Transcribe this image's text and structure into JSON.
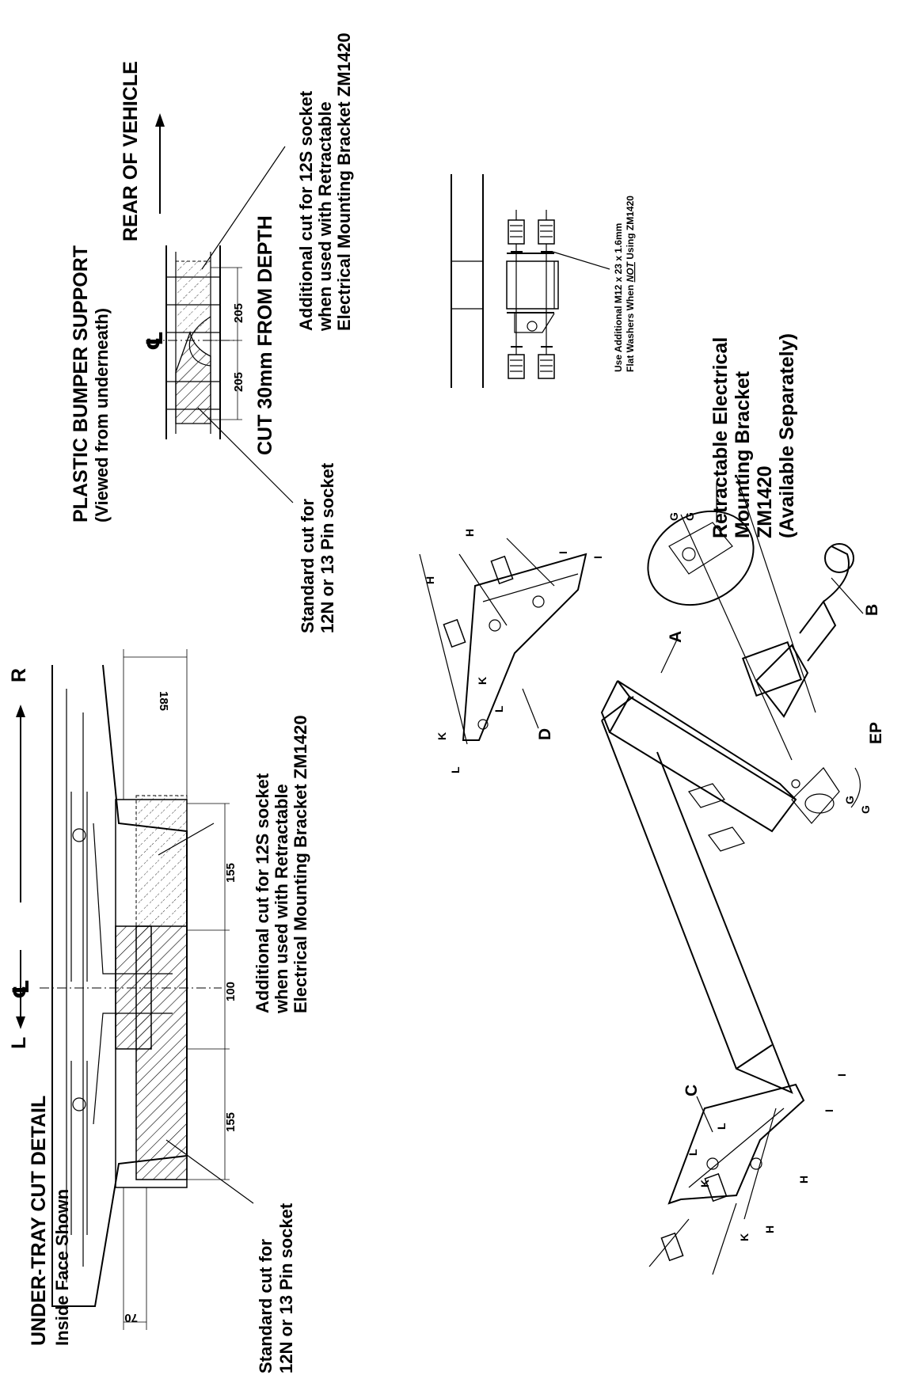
{
  "under_tray": {
    "title": "UNDER-TRAY CUT DETAIL",
    "subtitle": "Inside Face Shown",
    "left_dir": "L",
    "right_dir": "R",
    "centerline": "℄",
    "dim_70": "70",
    "dim_185": "185",
    "dim_155_left": "155",
    "dim_100": "100",
    "dim_155_right": "155",
    "standard_cut_line1": "Standard cut for",
    "standard_cut_line2": "12N or 13 Pin socket",
    "additional_cut_line1": "Additional cut for 12S socket",
    "additional_cut_line2": "when used with Retractable",
    "additional_cut_line3": "Electrical Mounting Bracket ZM1420"
  },
  "bumper": {
    "title_line1": "PLASTIC BUMPER SUPPORT",
    "title_line2": "(Viewed from underneath)",
    "rear_label": "REAR OF VEHICLE",
    "centerline": "℄",
    "dim_205_left": "205",
    "dim_205_right": "205",
    "cut_depth": "CUT 30mm FROM DEPTH",
    "standard_cut_line1": "Standard cut for",
    "standard_cut_line2": "12N or 13 Pin socket",
    "additional_cut_line1": "Additional cut for 12S socket",
    "additional_cut_line2": "when used with Retractable",
    "additional_cut_line3": "Electrical Mounting Bracket ZM1420"
  },
  "washer_note": {
    "line1": "Use Additional M12 x 23 x 1.6mm",
    "line2_prefix": "Flat Washers When ",
    "line2_emph": "NOT",
    "line2_suffix": " Using ZM1420"
  },
  "bracket_note": {
    "line1": "Retractable Electrical",
    "line2": "Mounting Bracket",
    "line3": "ZM1420",
    "line4": "(Available Separately)"
  },
  "parts": {
    "A": "A",
    "B": "B",
    "C": "C",
    "D": "D",
    "EP": "EP",
    "G": "G",
    "H": "H",
    "I": "I",
    "K": "K",
    "L": "L"
  }
}
